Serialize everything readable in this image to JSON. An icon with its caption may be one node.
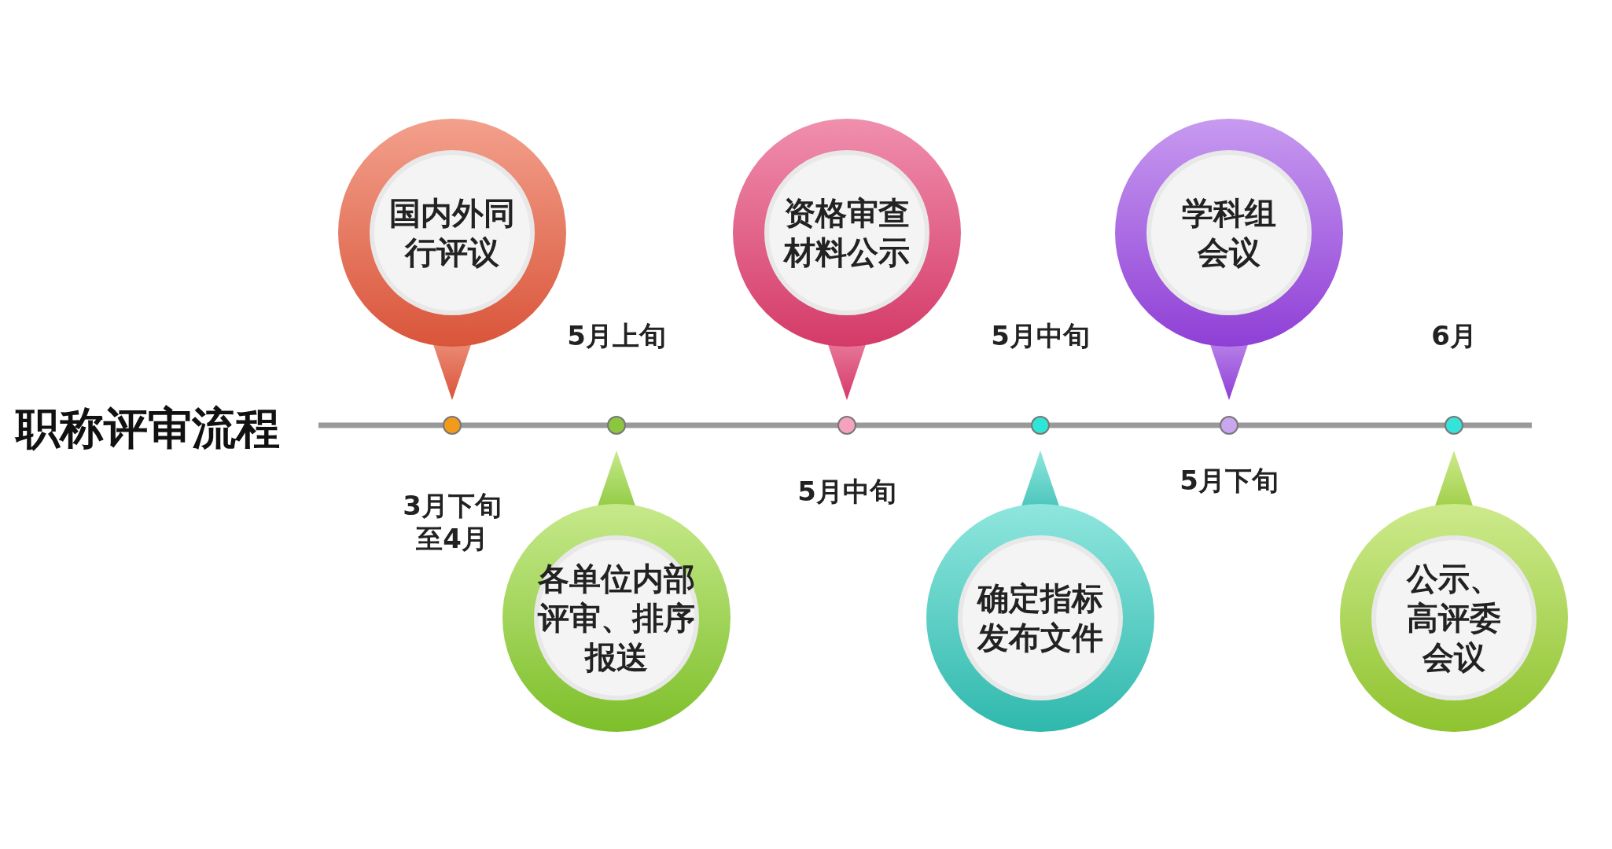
{
  "diagram": {
    "title": "职称评审流程",
    "nodes": [
      {
        "text": [
          "国内外同行评议"
        ]
      },
      {
        "text": [
          "各单位内部评审、排序报送"
        ]
      },
      {
        "text": [
          "资格审查材料公示"
        ]
      },
      {
        "text": [
          "确定指标发布文件"
        ]
      },
      {
        "text": [
          "学科组会议"
        ]
      },
      {
        "text": [
          "公示、高评委会议"
        ]
      }
    ],
    "edges": [],
    "labels": [
      "3月下旬至4月",
      "5月上旬",
      "5月中旬",
      "5月中旬",
      "5月下旬",
      "6月"
    ]
  }
}
